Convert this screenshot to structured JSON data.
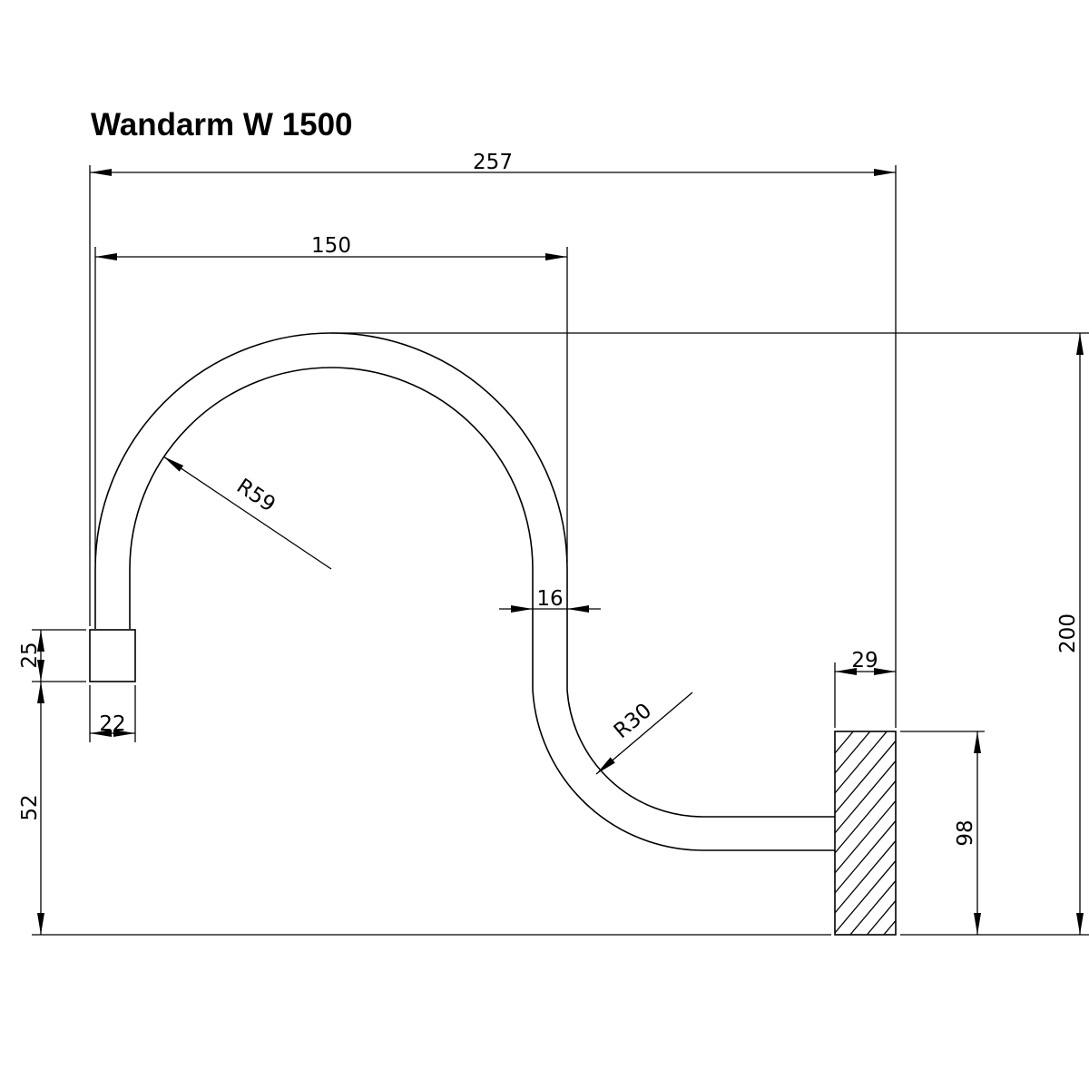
{
  "title": "Wandarm W 1500",
  "dimensions": {
    "overall_width": "257",
    "arc_width": "150",
    "overall_height": "200",
    "pipe_diameter": "16",
    "large_radius": "R59",
    "small_radius": "R30",
    "plate_thickness": "29",
    "plate_height": "98",
    "end_block_height": "25",
    "end_block_width": "22",
    "end_block_elevation": "52"
  },
  "colors": {
    "line": "#000000",
    "background": "#ffffff"
  }
}
